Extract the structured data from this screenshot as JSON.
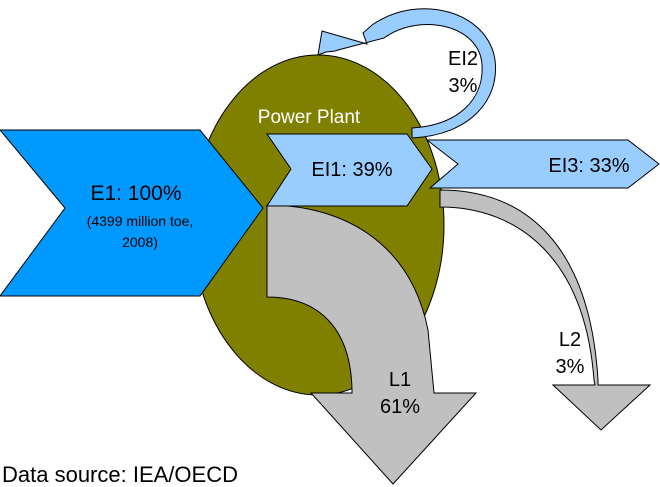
{
  "diagram": {
    "title": "Power Plant",
    "colors": {
      "plant": "#808000",
      "primary_input": "#0099ff",
      "electricity": "#99ccff",
      "loss": "#c0c0c0",
      "outline": "#000000",
      "plant_label": "#ffffff"
    },
    "flows": {
      "e1": {
        "label": "E1: 100%",
        "sub1": "(4399 million toe,",
        "sub2": "2008)",
        "percent": 100
      },
      "ei1": {
        "label": "EI1: 39%",
        "percent": 39
      },
      "ei2": {
        "name": "EI2",
        "value": "3%",
        "percent": 3
      },
      "ei3": {
        "label": "EI3: 33%",
        "percent": 33
      },
      "l1": {
        "name": "L1",
        "value": "61%",
        "percent": 61
      },
      "l2": {
        "name": "L2",
        "value": "3%",
        "percent": 3
      }
    },
    "source": "Data source: IEA/OECD"
  }
}
